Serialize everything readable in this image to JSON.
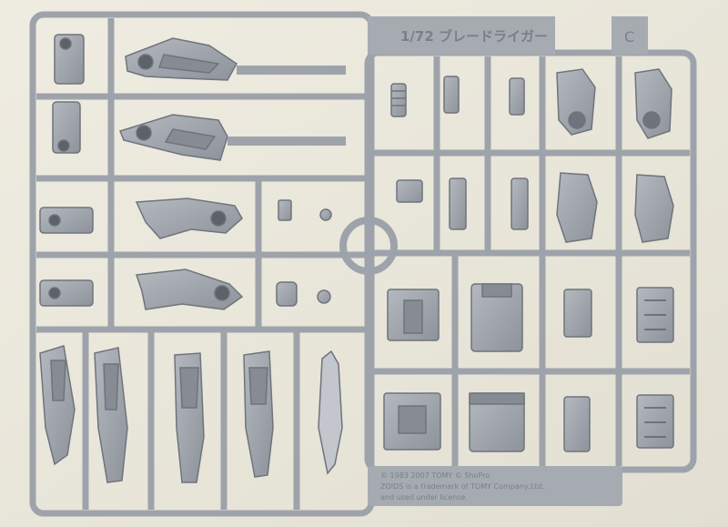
{
  "colors": {
    "background": "#e9e6d9",
    "plastic": "#9ea3ab",
    "plastic_light": "#b7bbc2",
    "plastic_dark": "#6f747c",
    "shadow": "#c9c5b6"
  },
  "sprue": {
    "scale_label": "1/72 ブレードライガー",
    "letter_tag": "C",
    "copyright_line1": "© 1983 2007 TOMY  © ShoPro",
    "copyright_line2": "ZOIDS is a trademark of TOMY Company,Ltd.",
    "copyright_line3": "and used under license."
  }
}
